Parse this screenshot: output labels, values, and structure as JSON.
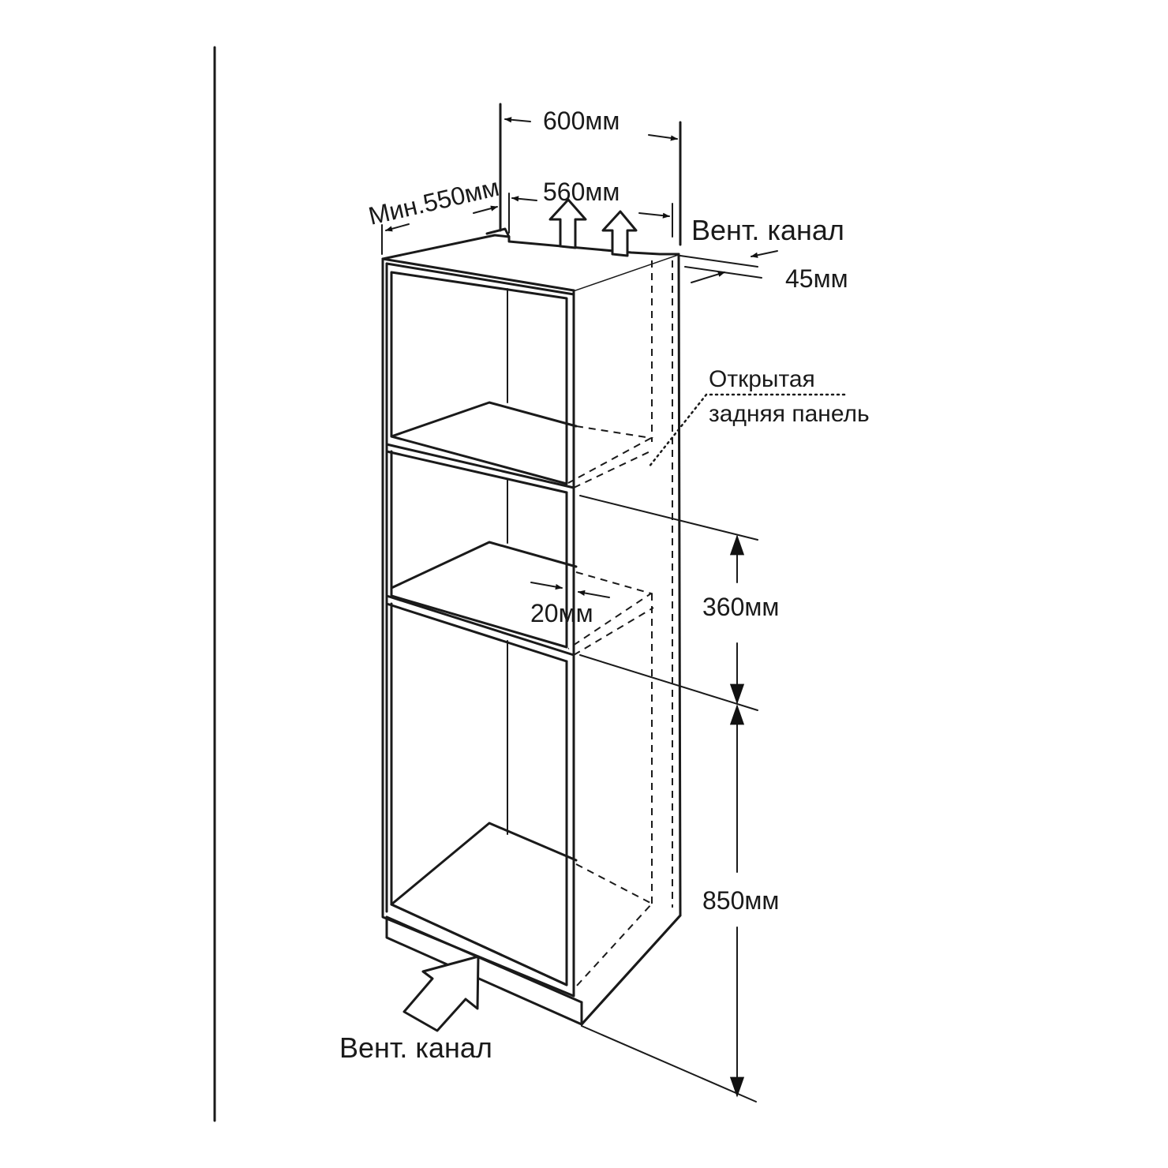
{
  "labels": {
    "height_total": "850мм",
    "height_niche": "360мм",
    "width_outer": "600мм",
    "width_inner": "560мм",
    "depth_min": "Мин.550мм",
    "vent_gap": "45мм",
    "shelf_gap": "20мм",
    "vent_top": "Вент. канал",
    "vent_bottom": "Вент. канал",
    "back_panel_line1": "Открытая",
    "back_panel_line2": "задняя панель"
  }
}
